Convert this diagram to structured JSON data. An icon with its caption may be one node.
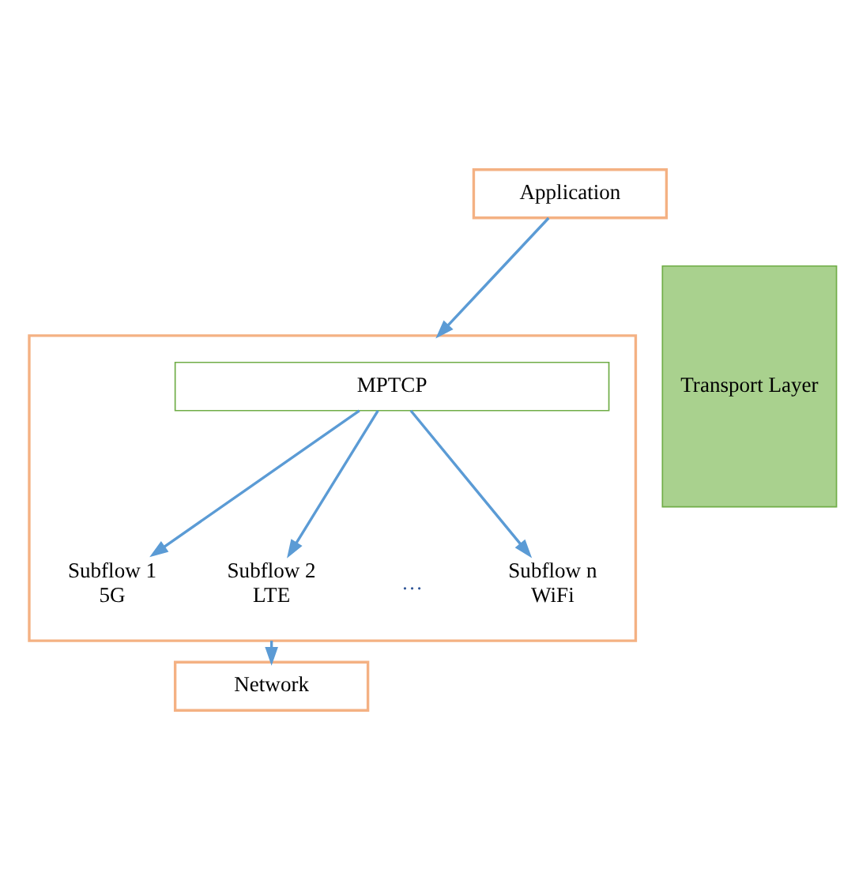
{
  "diagram": {
    "nodes": [
      {
        "text": [
          "Application"
        ]
      },
      {
        "text": [],
        "shape": "box"
      },
      {
        "text": [
          "MPTCP"
        ],
        "in": 1
      },
      {
        "text": [
          "Subflow 1",
          "5G"
        ],
        "in": 1
      },
      {
        "text": [
          "Subflow 2",
          "LTE"
        ],
        "in": 1
      },
      {
        "text": [
          "Subflow n",
          "WiFi"
        ],
        "in": 1
      },
      {
        "text": [
          "Network"
        ]
      },
      {
        "text": [
          "Transport Layer"
        ]
      }
    ],
    "edges": [
      {
        "from": 0,
        "to": 1,
        "arrow": "to"
      },
      {
        "from": 2,
        "to": 3,
        "arrow": "to"
      },
      {
        "from": 2,
        "to": 4,
        "arrow": "to"
      },
      {
        "from": 2,
        "to": 5,
        "arrow": "to"
      },
      {
        "from": 1,
        "to": 6,
        "arrow": "to"
      }
    ],
    "labels": [
      "…"
    ]
  }
}
